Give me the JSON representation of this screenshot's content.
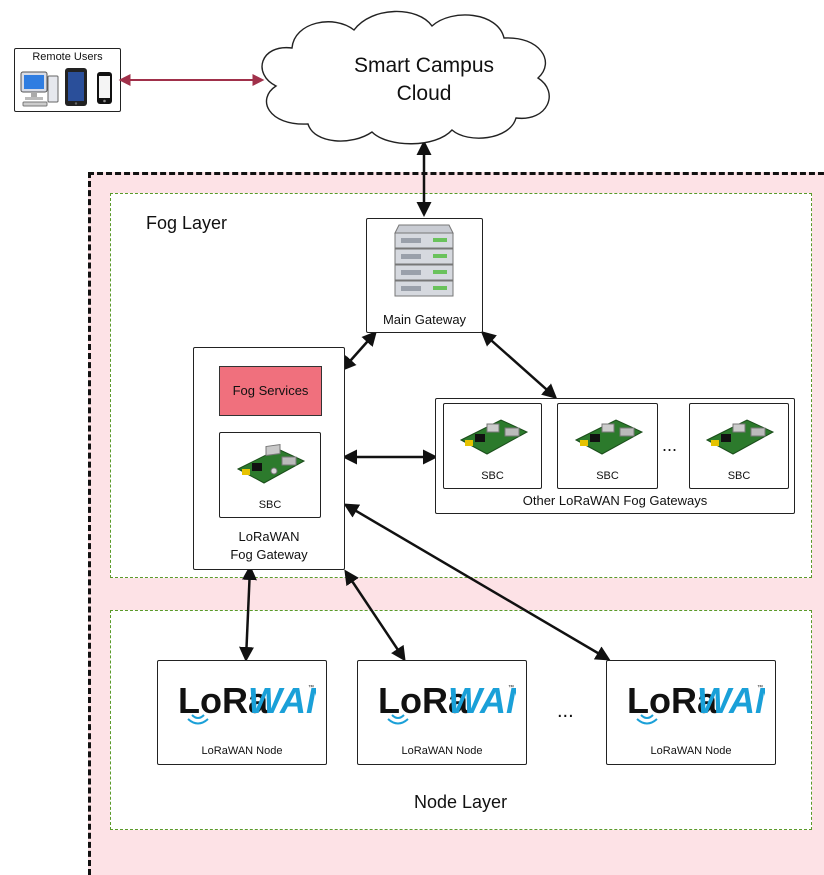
{
  "remote_users": {
    "title": "Remote Users"
  },
  "cloud": {
    "line1": "Smart Campus",
    "line2": "Cloud"
  },
  "fog_layer": {
    "label": "Fog Layer"
  },
  "node_layer": {
    "label": "Node Layer"
  },
  "main_gateway": {
    "label": "Main Gateway"
  },
  "lorawan_fog_gateway": {
    "line1": "LoRaWAN",
    "line2": "Fog Gateway"
  },
  "fog_services": {
    "label": "Fog Services",
    "color": "#f0707d"
  },
  "sbc_label": "SBC",
  "other_gateways": {
    "label": "Other LoRaWAN Fog Gateways",
    "sbcs": [
      "SBC",
      "SBC",
      "SBC"
    ],
    "ellipsis": "..."
  },
  "nodes": {
    "items": [
      "LoRaWAN Node",
      "LoRaWAN Node",
      "LoRaWAN Node"
    ],
    "ellipsis": "...",
    "logo_text_a": "LoRa",
    "logo_text_b": "WAN",
    "logo_tm": "™",
    "logo_color": "#1aa0d8"
  }
}
